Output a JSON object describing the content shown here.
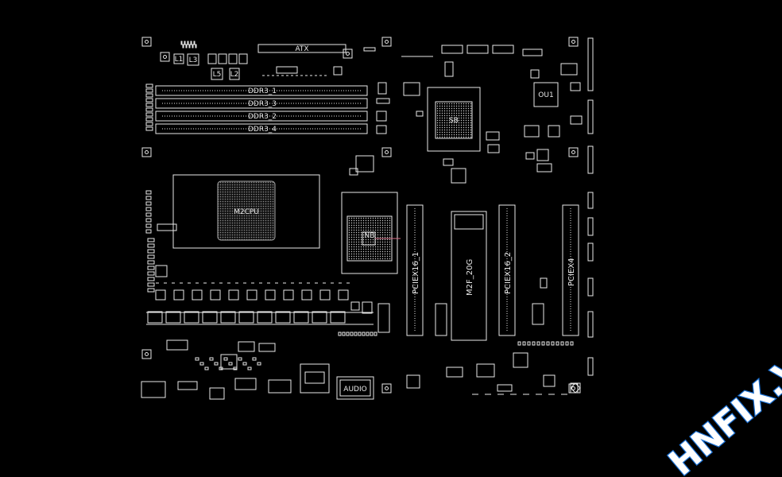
{
  "labels": {
    "atx": "ATX",
    "ddr3_1": "DDR3_1",
    "ddr3_3": "DDR3_3",
    "ddr3_2": "DDR3_2",
    "ddr3_4": "DDR3_4",
    "sb": "SB",
    "ou1": "OU1",
    "m2cpu": "M2CPU",
    "nb": "NB",
    "pciex16_1": "PCIEX16_1",
    "m2f": "M2F_20G",
    "pciex16_2": "PCIEX16_2",
    "pciex4": "PCIEX4",
    "audio": "AUDIO",
    "l1": "L1",
    "l3": "L3",
    "l5": "L5",
    "l2": "L2"
  },
  "watermark": "HNFIX.VN",
  "colors": {
    "background": "#000000",
    "silkscreen": "#e8e8e8",
    "highlight": "#d9708a",
    "watermark_fill": "#ffffff",
    "watermark_stroke": "#1a6fd1"
  }
}
